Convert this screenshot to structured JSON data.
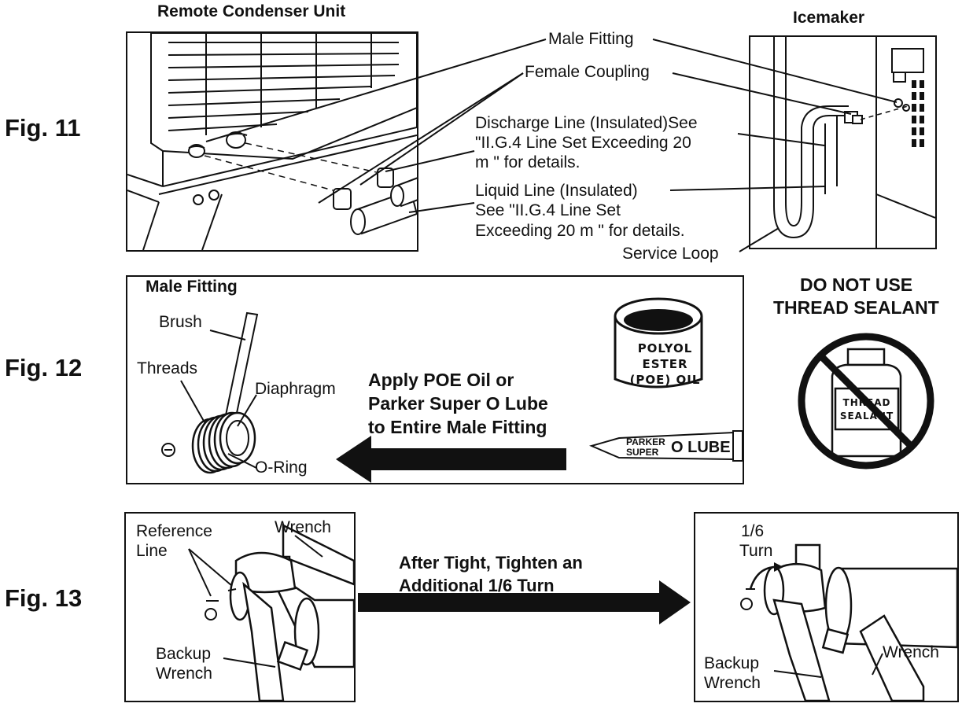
{
  "fig11": {
    "label": "Fig. 11",
    "remote_condenser_title": "Remote Condenser Unit",
    "icemaker_title": "Icemaker",
    "male_fitting": "Male Fitting",
    "female_coupling": "Female Coupling",
    "discharge_line": [
      "Discharge Line (Insulated)See",
      "\"II.G.4 Line Set Exceeding 20",
      "m \" for details."
    ],
    "liquid_line": [
      "Liquid Line (Insulated)",
      "See \"II.G.4 Line Set",
      "Exceeding 20 m \" for details."
    ],
    "service_loop": "Service Loop"
  },
  "fig12": {
    "label": "Fig. 12",
    "male_fitting_title": "Male Fitting",
    "brush": "Brush",
    "threads": "Threads",
    "diaphragm": "Diaphragm",
    "o_ring": "O-Ring",
    "instruction": [
      "Apply POE Oil or",
      "Parker Super O Lube",
      "to Entire Male Fitting"
    ],
    "can_label": [
      "POLYOL",
      "ESTER",
      "(POE) OIL"
    ],
    "tube_label_small": [
      "PARKER",
      "SUPER"
    ],
    "tube_label_big": "O LUBE",
    "warning": [
      "DO NOT USE",
      "THREAD SEALANT"
    ],
    "sealant_label": [
      "THREAD",
      "SEALANT"
    ]
  },
  "fig13": {
    "label": "Fig. 13",
    "reference_line": [
      "Reference",
      "Line"
    ],
    "wrench_left": "Wrench",
    "backup_wrench_left": [
      "Backup",
      "Wrench"
    ],
    "instruction": [
      "After Tight, Tighten an",
      "Additional 1/6 Turn"
    ],
    "turn": [
      "1/6",
      "Turn"
    ],
    "backup_wrench_right": [
      "Backup",
      "Wrench"
    ],
    "wrench_right": "Wrench"
  },
  "colors": {
    "ink": "#111111",
    "paper": "#ffffff",
    "gray": "#bbbbbb"
  }
}
